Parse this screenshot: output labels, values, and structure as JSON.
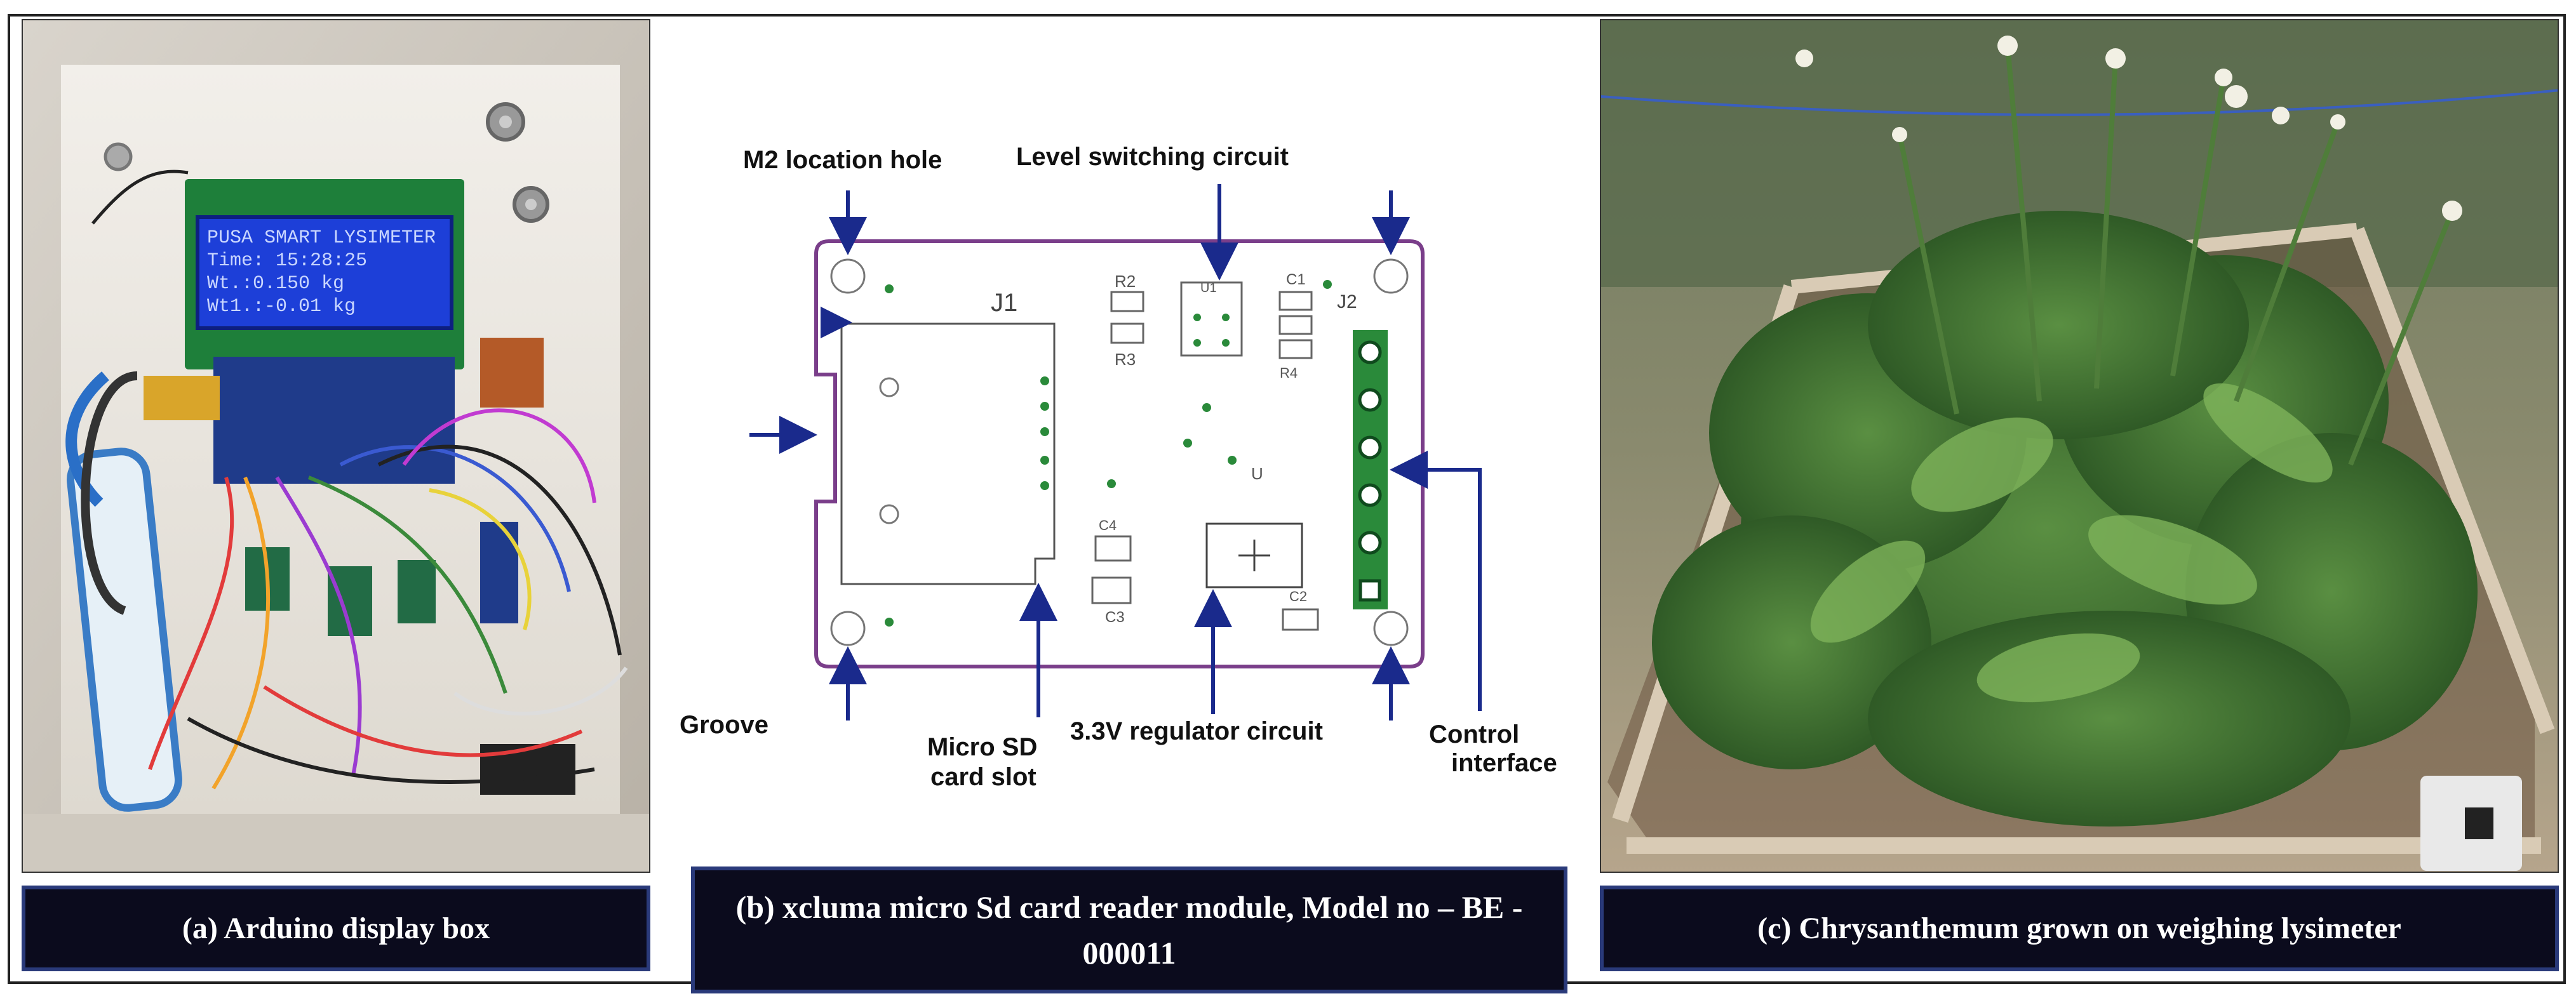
{
  "panels": {
    "a": {
      "caption": "(a) Arduino display box",
      "lcd_lines": [
        "PUSA SMART LYSIMETER",
        "Time: 15:28:25",
        "Wt.:0.150        kg",
        "Wt1.:-0.01       kg"
      ]
    },
    "b": {
      "caption": "(b) xcluma micro Sd card reader module, Model no – BE - 000011",
      "labels": {
        "m2_hole": "M2 location hole",
        "level_switch": "Level switching circuit",
        "groove": "Groove",
        "sd_slot_1": "Micro SD",
        "sd_slot_2": "card slot",
        "regulator": "3.3V regulator circuit",
        "control_1": "Control",
        "control_2": "interface"
      },
      "pcb_text": {
        "j1": "J1",
        "j2": "J2",
        "r2": "R2",
        "r3": "R3",
        "r4": "R4",
        "c1": "C1",
        "c2": "C2",
        "c3": "C3",
        "c4": "C4",
        "u1": "U1",
        "u": "U"
      }
    },
    "c": {
      "caption": "(c) Chrysanthemum grown on weighing lysimeter"
    }
  },
  "colors": {
    "caption_bg": "#0b0b1d",
    "caption_border": "#2a3a7a",
    "pcb_outline": "#7a3e8a",
    "arrow": "#1a2a8c",
    "lcd_bg": "#1d3fd8",
    "pcb_green": "#2a8a3a"
  }
}
